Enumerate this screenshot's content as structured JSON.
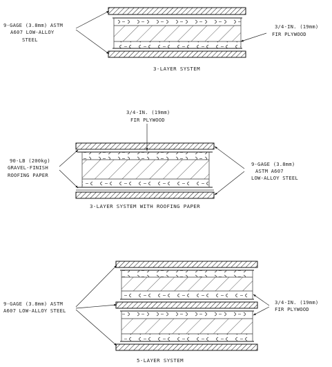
{
  "diagrams": [
    {
      "caption": "3-LAYER SYSTEM",
      "left_label": [
        "9-GAGE (3.8mm) ASTM",
        "A607 LOW-ALLOY",
        "STEEL"
      ],
      "right_label": [
        "3/4-IN. (19mm)",
        "FIR PLYWOOD"
      ]
    },
    {
      "caption": "3-LAYER SYSTEM WITH ROOFING PAPER",
      "top_label": [
        "3/4-IN. (19mm)",
        "FIR PLYWOOD"
      ],
      "left_label": [
        "90-LB (200kg)",
        "GRAVEL-FINISH",
        "ROOFING PAPER"
      ],
      "right_label": [
        "9-GAGE (3.8mm)",
        "ASTM A607",
        "LOW-ALLOY STEEL"
      ]
    },
    {
      "caption": "5-LAYER SYSTEM",
      "left_label": [
        "9-GAGE (3.8mm) ASTM",
        "A607 LOW-ALLOY STEEL"
      ],
      "right_label": [
        "3/4-IN. (19mm)",
        "FIR PLYWOOD"
      ]
    }
  ]
}
